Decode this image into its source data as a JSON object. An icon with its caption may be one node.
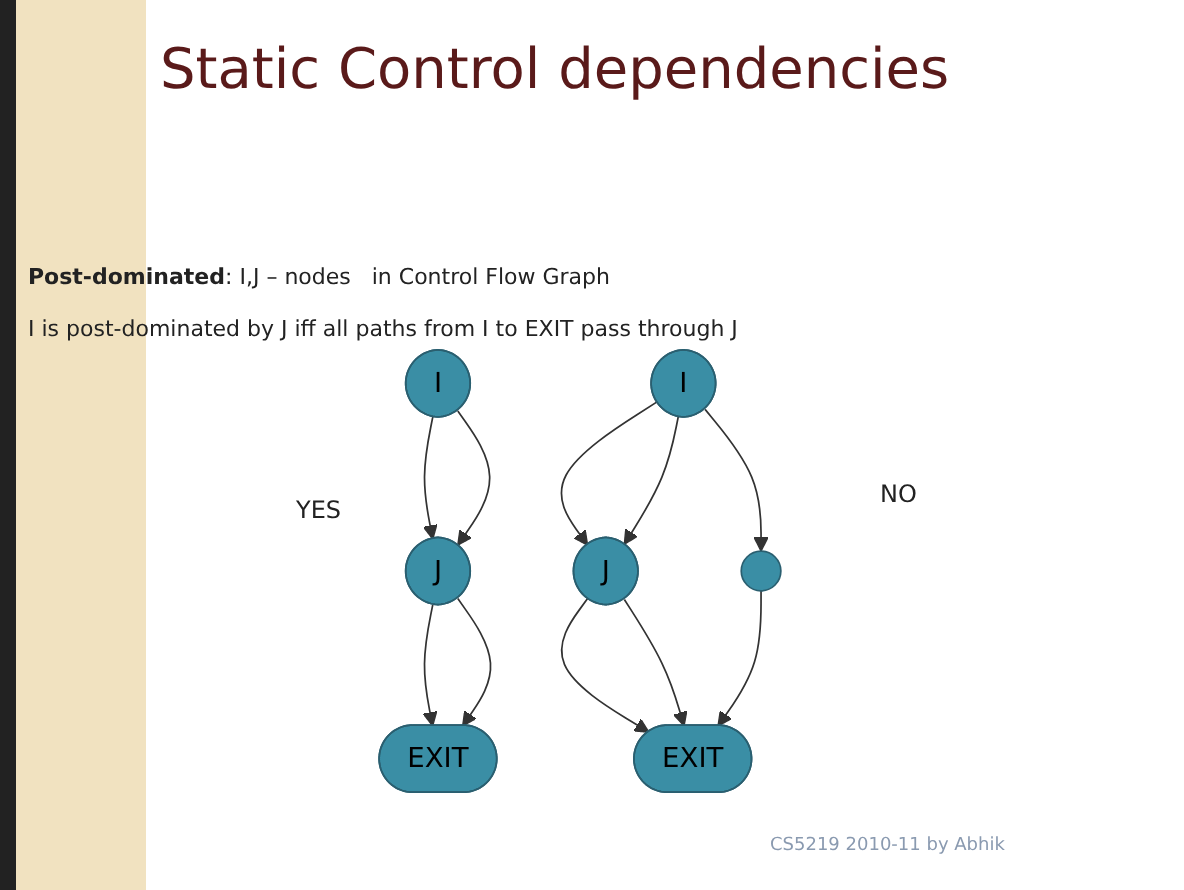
{
  "diagram": {
    "title": "Static Control dependencies",
    "nodes": [
      {
        "text": [
          "I"
        ]
      },
      {
        "text": [
          "J"
        ]
      },
      {
        "text": [
          "EXIT"
        ]
      },
      {
        "text": [
          "I"
        ]
      },
      {
        "text": [
          "J"
        ]
      },
      {
        "text": [],
        "shape": "ellipse"
      },
      {
        "text": [
          "EXIT"
        ]
      }
    ],
    "edges": [
      {
        "from": 0,
        "to": 1,
        "arrow": "to"
      },
      {
        "from": 0,
        "to": 1,
        "arrow": "to"
      },
      {
        "from": 1,
        "to": 2,
        "arrow": "to"
      },
      {
        "from": 1,
        "to": 2,
        "arrow": "to"
      },
      {
        "from": 3,
        "to": 4,
        "arrow": "to"
      },
      {
        "from": 3,
        "to": 4,
        "arrow": "to"
      },
      {
        "from": 3,
        "to": 5,
        "arrow": "to"
      },
      {
        "from": 4,
        "to": 6,
        "arrow": "to"
      },
      {
        "from": 4,
        "to": 6,
        "arrow": "to"
      },
      {
        "from": 5,
        "to": 6,
        "arrow": "to"
      }
    ],
    "labels": [
      "**Post-dominated**: I,J – nodes   in Control Flow Graph",
      "I is post-dominated by J iff all paths from I to EXIT pass through J",
      "YES",
      "NO",
      "CS5219 2010-11 by Abhik"
    ]
  }
}
